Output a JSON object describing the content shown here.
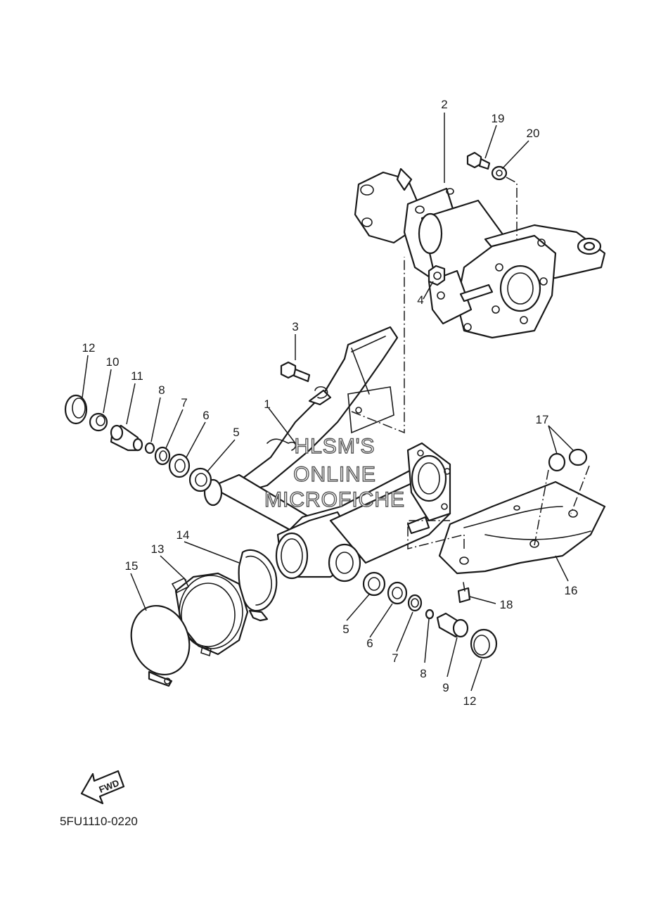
{
  "callouts": {
    "c1": "1",
    "c2": "2",
    "c3": "3",
    "c4": "4",
    "c5a": "5",
    "c5b": "5",
    "c6a": "6",
    "c6b": "6",
    "c7a": "7",
    "c7b": "7",
    "c8a": "8",
    "c8b": "8",
    "c9": "9",
    "c10": "10",
    "c11": "11",
    "c12a": "12",
    "c12b": "12",
    "c13": "13",
    "c14": "14",
    "c15": "15",
    "c16": "16",
    "c17": "17",
    "c18": "18",
    "c19": "19",
    "c20": "20"
  },
  "watermark": {
    "line1": "HLSM'S",
    "line2": "ONLINE",
    "line3": "MICROFICHE"
  },
  "fwd_label": "FWD",
  "diagram_code": "5FU1110-0220"
}
